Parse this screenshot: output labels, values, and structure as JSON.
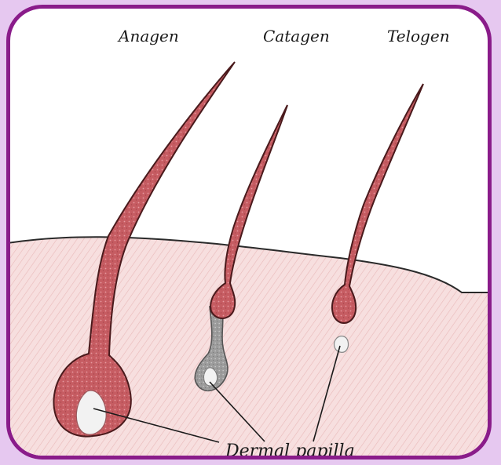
{
  "labels": {
    "anagen": "Anagen",
    "catagen": "Catagen",
    "telogen": "Telogen",
    "dermal_papilla": "Dermal papilla"
  },
  "colors": {
    "frame_border": "#8a1c8a",
    "page_background": "#e6c8f0",
    "skin": "#f5dcdc",
    "hair": "#c25a5f",
    "hair_outline": "#4a1a1c",
    "catagen_sheath": "#9a9a9a",
    "papilla": "#f2f2f2"
  }
}
